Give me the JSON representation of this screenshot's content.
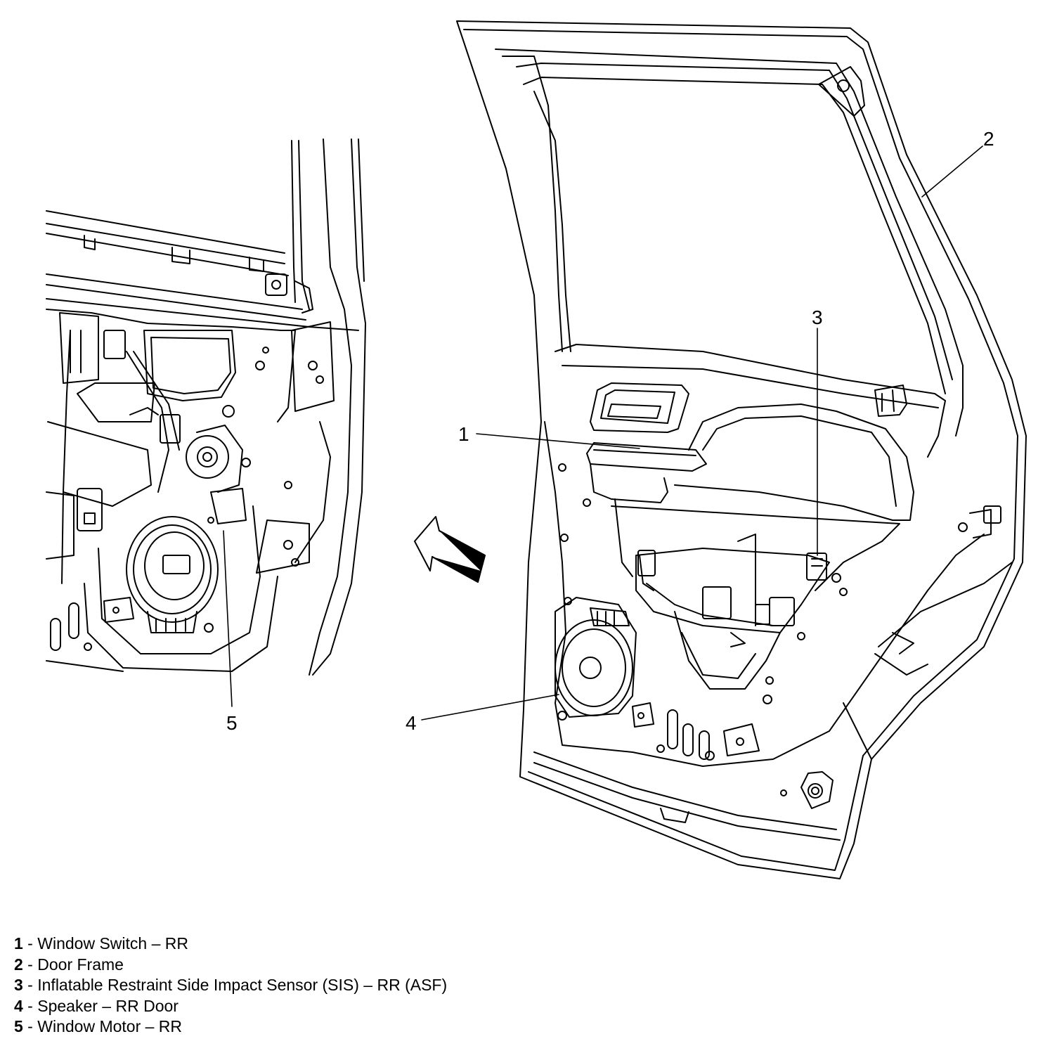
{
  "callouts": [
    {
      "number": "1"
    },
    {
      "number": "2"
    },
    {
      "number": "3"
    },
    {
      "number": "4"
    },
    {
      "number": "5"
    }
  ],
  "legend": [
    {
      "number": "1",
      "separator": " - ",
      "text": "Window Switch – RR"
    },
    {
      "number": "2",
      "separator": " - ",
      "text": "Door Frame"
    },
    {
      "number": "3",
      "separator": " - ",
      "text": "Inflatable Restraint Side Impact Sensor (SIS) – RR (ASF)"
    },
    {
      "number": "4",
      "separator": " - ",
      "text": "Speaker – RR Door"
    },
    {
      "number": "5",
      "separator": " - ",
      "text": "Window Motor – RR"
    }
  ]
}
